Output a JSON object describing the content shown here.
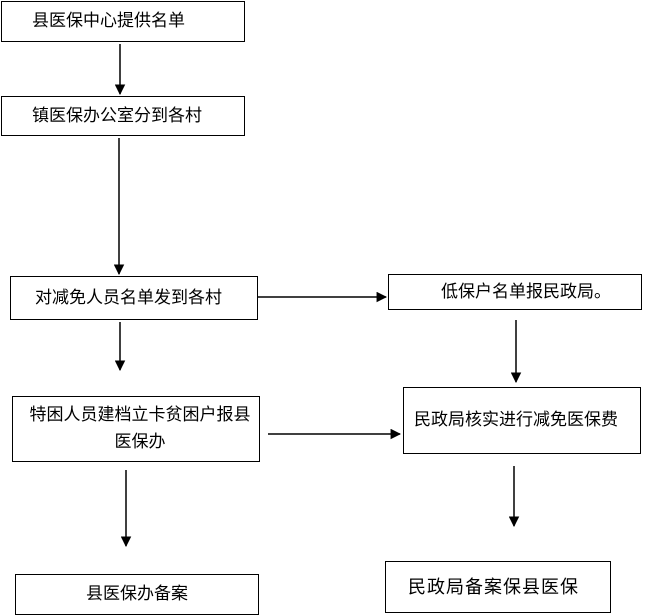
{
  "nodes": {
    "county_center": "县医保中心提供名单",
    "town_office": "镇医保办公室分到各村",
    "reduction_list": "对减免人员名单发到各村",
    "dibao_list": "低保户名单报民政局。",
    "special_poverty": "特困人员建档立卡贫困户报县医保办",
    "civil_verify": "民政局核实进行减免医保费",
    "county_record": "县医保办备案",
    "civil_record": "民政局备案保县医保"
  },
  "colors": {
    "line": "#000000",
    "box_border": "#000000",
    "background": "#ffffff"
  }
}
